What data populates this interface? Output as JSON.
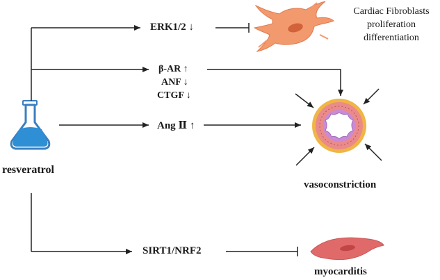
{
  "compound": {
    "label": "resveratrol"
  },
  "pathways": {
    "erk": {
      "label": "ERK1/2 ↓"
    },
    "beta_ar": {
      "label": "β-AR ↑"
    },
    "anf": {
      "label": "ANF ↓"
    },
    "ctgf": {
      "label": "CTGF ↓"
    },
    "ang": {
      "label": "Ang Ⅱ ↑"
    },
    "sirt": {
      "label": "SIRT1/NRF2"
    }
  },
  "outcomes": {
    "fibroblast": {
      "line1": "Cardiac Fibroblasts",
      "line2": "proliferation",
      "line3": "differentiation"
    },
    "vaso": {
      "label": "vasoconstriction"
    },
    "myocarditis": {
      "label": "myocarditis"
    }
  },
  "colors": {
    "flask_liquid": "#2f8fd4",
    "fibroblast_body": "#f29a6e",
    "fibroblast_nucleus": "#d2623a",
    "vessel_outer": "#f0b545",
    "vessel_wall": "#ea8a8a",
    "vessel_inner": "#c98ad6",
    "myocyte_body": "#e06a6a",
    "myocyte_nucleus": "#c24545",
    "line": "#222222"
  }
}
